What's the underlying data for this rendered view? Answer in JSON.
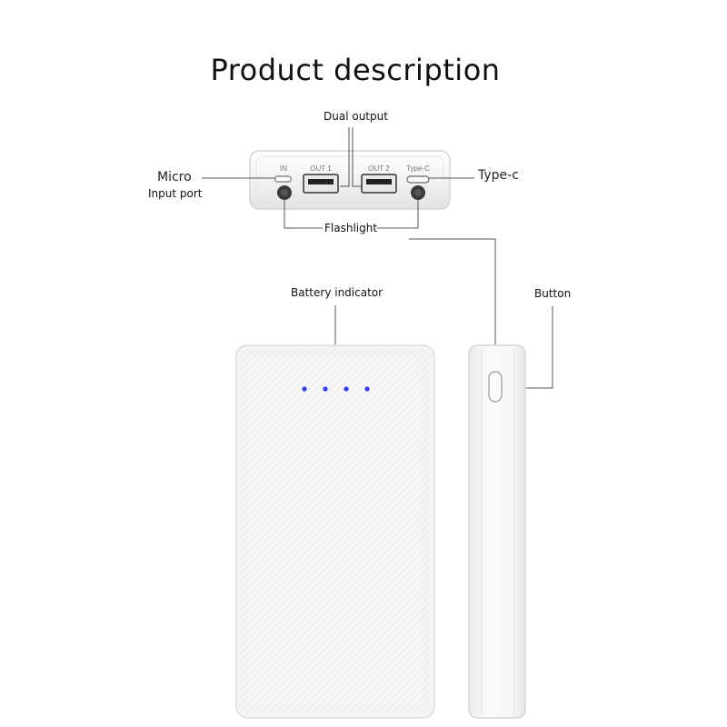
{
  "title": "Product description",
  "labels": {
    "dual_output": "Dual output",
    "micro": "Micro",
    "input_port": "Input port",
    "type_c_callout": "Type-c",
    "flashlight": "Flashlight",
    "battery_indicator": "Battery indicator",
    "button": "Button"
  },
  "port_labels": {
    "in": "IN",
    "out1": "OUT 1",
    "out2": "OUT 2",
    "typec": "Type-C"
  },
  "indicator_led_count": 4,
  "colors": {
    "led": "#2f3cff",
    "line": "#555555",
    "body": "#f4f4f4",
    "edge": "#dcdcdc"
  }
}
